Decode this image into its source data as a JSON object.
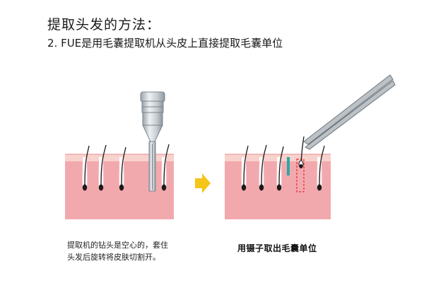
{
  "heading": {
    "title": "提取头发的方法：",
    "subtitle": "2. FUE是用毛囊提取机从头皮上直接提取毛囊单位"
  },
  "panel_left": {
    "caption_line1": "提取机的钻头是空心的，套住",
    "caption_line2": "头发后旋转将皮肤切割开。"
  },
  "panel_right": {
    "caption": "用镊子取出毛囊单位"
  },
  "colors": {
    "skin_top": "#f8d2cc",
    "skin_body": "#f2a9ae",
    "hair": "#1a1a1a",
    "follicle_sheath": "#ffffff",
    "arrow": "#f5c518",
    "tool_metal": "#c8ced3",
    "graft_outline": "#e8333a",
    "graft_marker": "#2aa7a7"
  },
  "icons": {
    "arrow": "arrow-right-icon",
    "punch_tool": "punch-drill-icon",
    "tweezers": "tweezers-icon"
  }
}
